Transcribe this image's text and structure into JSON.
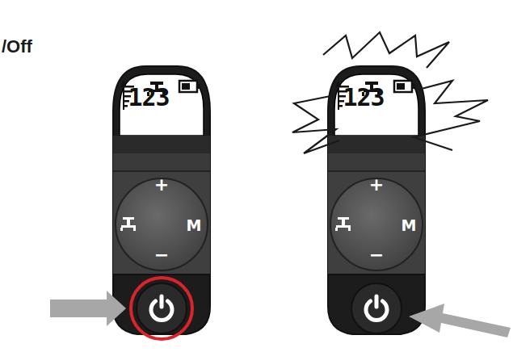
{
  "diagram": {
    "title": "/Off",
    "labels": [
      "123",
      "+",
      "M",
      "−",
      "123",
      "+",
      "M",
      "−"
    ]
  }
}
